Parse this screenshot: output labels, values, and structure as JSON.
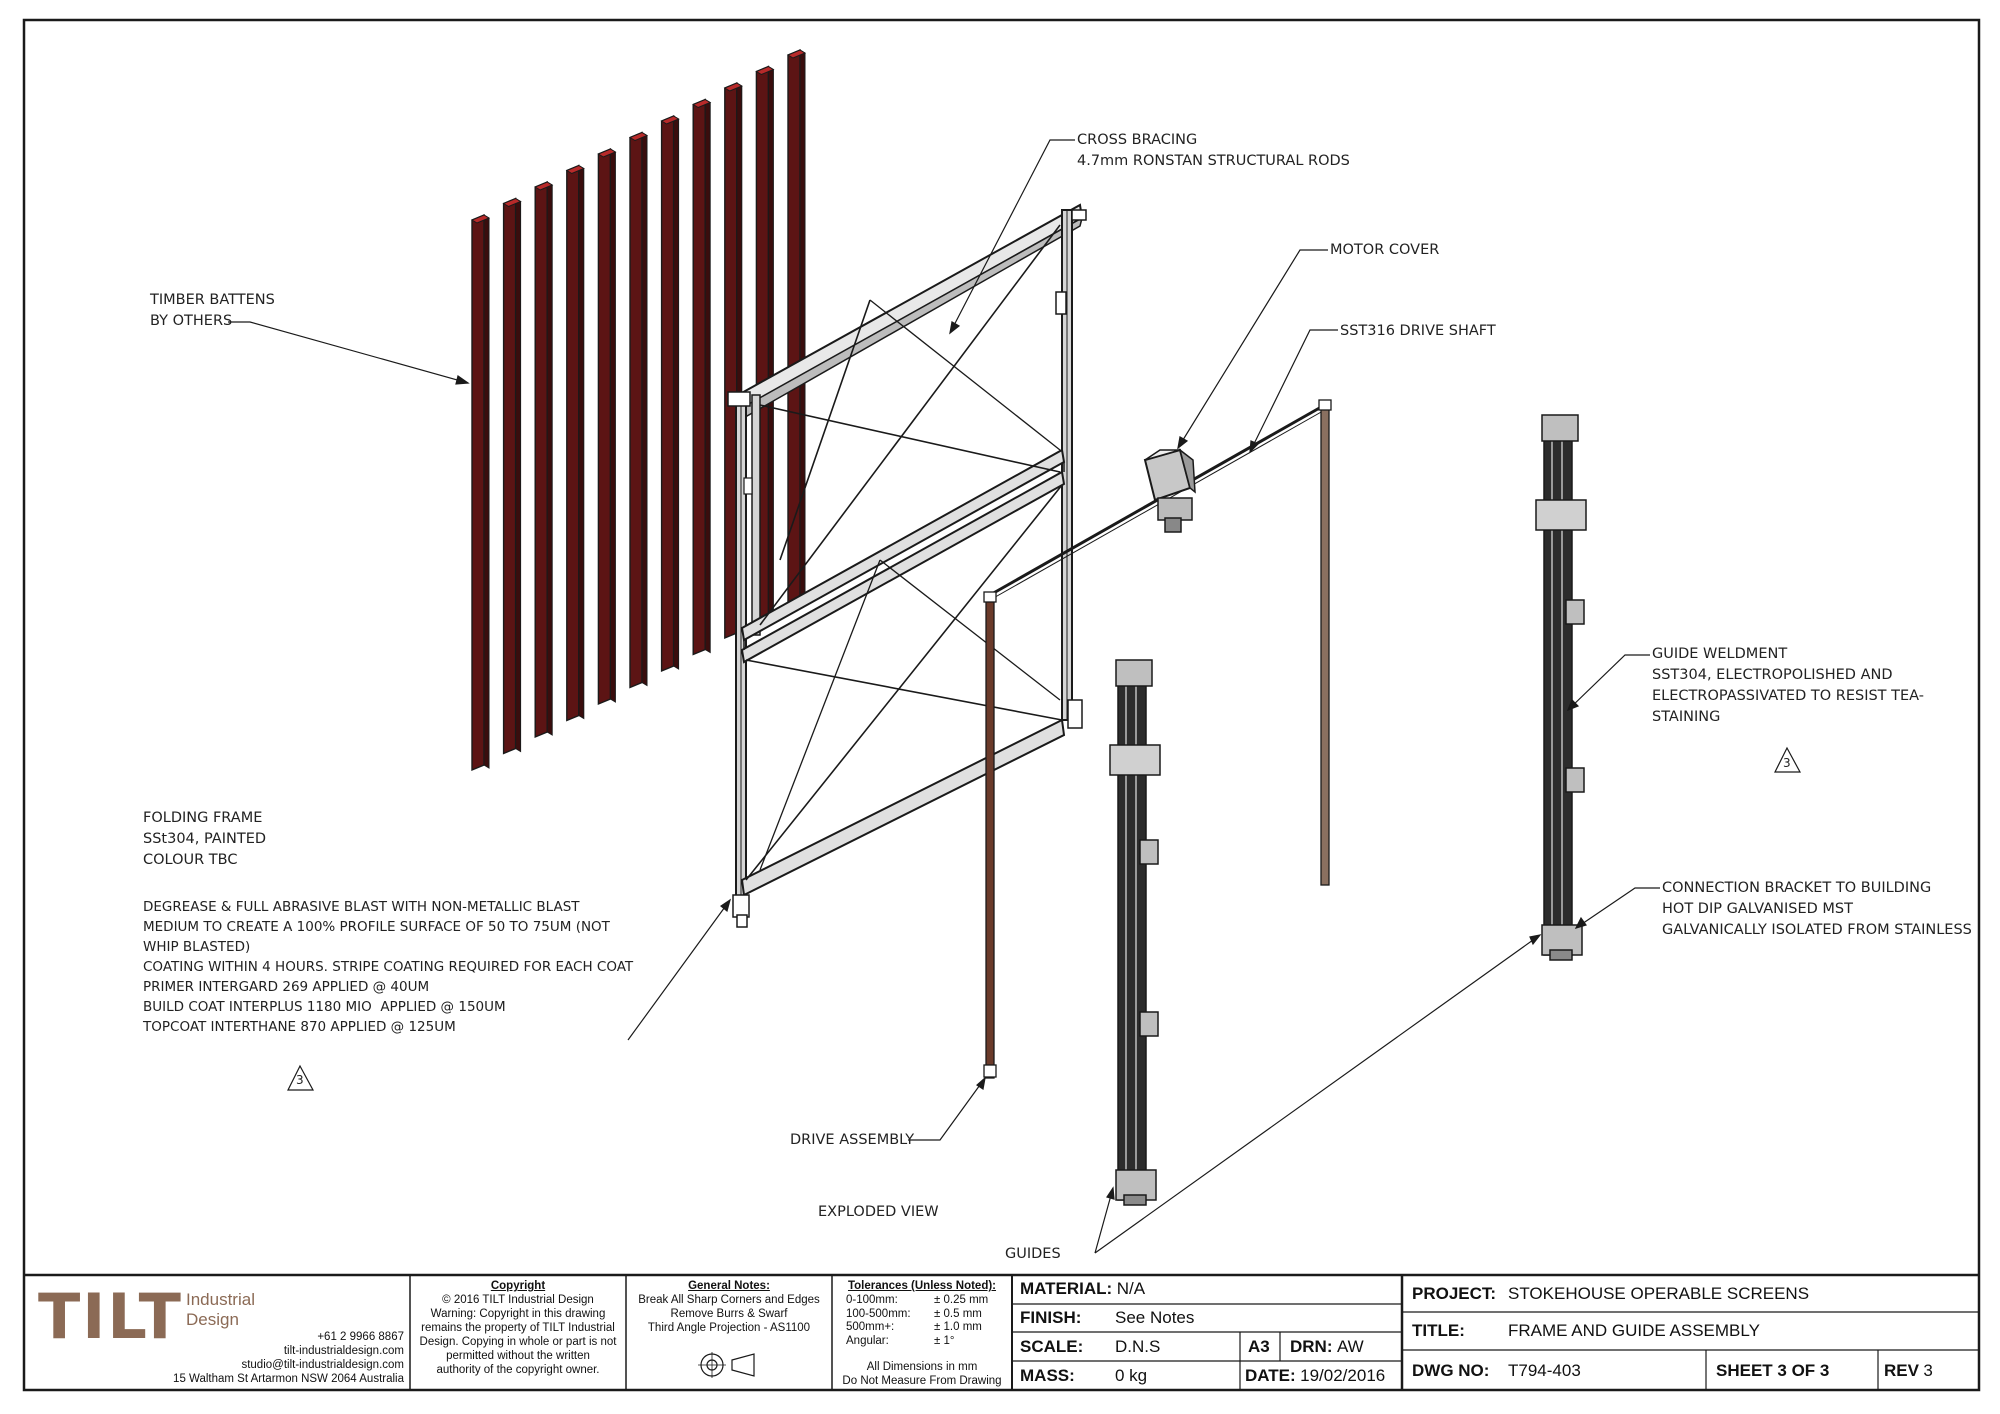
{
  "annotations": {
    "timber_battens": [
      "TIMBER BATTENS",
      "BY OTHERS"
    ],
    "cross_bracing": [
      "CROSS BRACING",
      "4.7mm RONSTAN STRUCTURAL RODS"
    ],
    "motor_cover": "MOTOR COVER",
    "drive_shaft": "SST316 DRIVE SHAFT",
    "guide_weldment": [
      "GUIDE WELDMENT",
      "SST304, ELECTROPOLISHED AND",
      "ELECTROPASSIVATED TO RESIST TEA-",
      "STAINING"
    ],
    "connection_bracket": [
      "CONNECTION BRACKET TO BUILDING",
      "HOT DIP GALVANISED MST",
      "GALVANICALLY ISOLATED FROM STAINLESS"
    ],
    "folding_frame": [
      "FOLDING FRAME",
      "SSt304, PAINTED",
      "COLOUR TBC"
    ],
    "coating_notes": [
      "DEGREASE & FULL ABRASIVE BLAST WITH NON-METALLIC BLAST",
      "MEDIUM TO CREATE A 100% PROFILE SURFACE OF 50 TO 75UM (NOT",
      "WHIP BLASTED)",
      "COATING WITHIN 4 HOURS. STRIPE COATING REQUIRED FOR EACH COAT",
      "PRIMER INTERGARD 269 APPLIED @ 40UM",
      "BUILD COAT INTERPLUS 1180 MIO  APPLIED @ 150UM",
      "TOPCOAT INTERTHANE 870 APPLIED @ 125UM"
    ],
    "drive_assembly": "DRIVE ASSEMBLY",
    "exploded_view": "EXPLODED VIEW",
    "guides": "GUIDES",
    "rev_marker_left": "3",
    "rev_marker_right": "3"
  },
  "title_block": {
    "logo_text": "TILT",
    "logo_sub": [
      "Industrial",
      "Design"
    ],
    "contact": [
      "+61 2 9966 8867",
      "tilt-industrialdesign.com",
      "studio@tilt-industrialdesign.com",
      "15 Waltham St Artarmon NSW 2064 Australia"
    ],
    "copyright_title": "Copyright",
    "copyright_lines": [
      "© 2016 TILT Industrial Design",
      "Warning: Copyright in this drawing",
      "remains the property of TILT Industrial",
      "Design. Copying in whole or part is not",
      "permitted without the written",
      "authority of the copyright owner."
    ],
    "general_notes_title": "General Notes:",
    "general_notes": [
      "Break All Sharp Corners and Edges",
      "Remove Burrs & Swarf",
      "Third Angle Projection - AS1100"
    ],
    "tolerances_title": "Tolerances (Unless Noted):",
    "tolerances": [
      {
        "range": "0-100mm:",
        "value": "± 0.25 mm"
      },
      {
        "range": "100-500mm:",
        "value": "± 0.5 mm"
      },
      {
        "range": "500mm+:",
        "value": "± 1.0 mm"
      },
      {
        "range": "Angular:",
        "value": "± 1°"
      }
    ],
    "dim_note": [
      "All Dimensions in mm",
      "Do Not Measure From Drawing"
    ],
    "material_label": "MATERIAL:",
    "material_value": "N/A",
    "finish_label": "FINISH:",
    "finish_value": "See Notes",
    "scale_label": "SCALE:",
    "scale_value": "D.N.S",
    "sheet_size": "A3",
    "drn_label": "DRN:",
    "drn_value": "AW",
    "mass_label": "MASS:",
    "mass_value": "0 kg",
    "date_label": "DATE:",
    "date_value": "19/02/2016",
    "project_label": "PROJECT:",
    "project_value": "STOKEHOUSE OPERABLE SCREENS",
    "title_label": "TITLE:",
    "title_value": "FRAME AND GUIDE ASSEMBLY",
    "dwg_label": "DWG NO:",
    "dwg_value": "T794-403",
    "sheet_of": "SHEET 3 OF 3",
    "rev_label": "REV",
    "rev_value": "3"
  },
  "colors": {
    "line": "#1a1a1a",
    "batten_fill": "#5c1414",
    "batten_top": "#b82a2a",
    "steel": "#6f6f6f",
    "logo_brown": "#8b6a55"
  }
}
